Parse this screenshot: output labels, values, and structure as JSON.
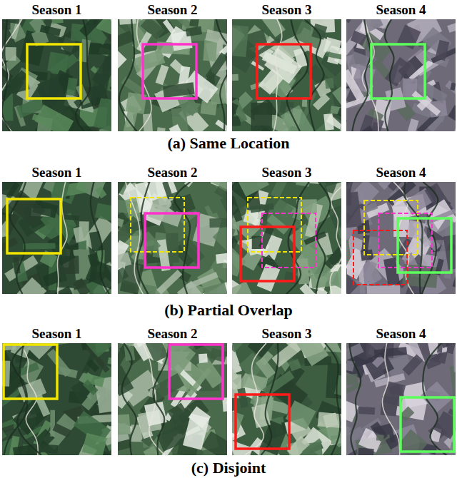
{
  "diagram": {
    "nodes": [
      {
        "text": [
          "Season 1"
        ]
      },
      {
        "text": [
          "Season 2"
        ]
      },
      {
        "text": [
          "Season 3"
        ]
      },
      {
        "text": [
          "Season 4"
        ]
      },
      {
        "text": [
          "Season 1"
        ]
      },
      {
        "text": [
          "Season 2"
        ]
      },
      {
        "text": [
          "Season 3"
        ]
      },
      {
        "text": [
          "Season 4"
        ]
      },
      {
        "text": [
          "Season 1"
        ]
      },
      {
        "text": [
          "Season 2"
        ]
      },
      {
        "text": [
          "Season 3"
        ]
      },
      {
        "text": [
          "Season 4"
        ]
      }
    ],
    "labels": [
      "(a) Same Location",
      "(b) Partial Overlap",
      "(c) Disjoint"
    ]
  }
}
